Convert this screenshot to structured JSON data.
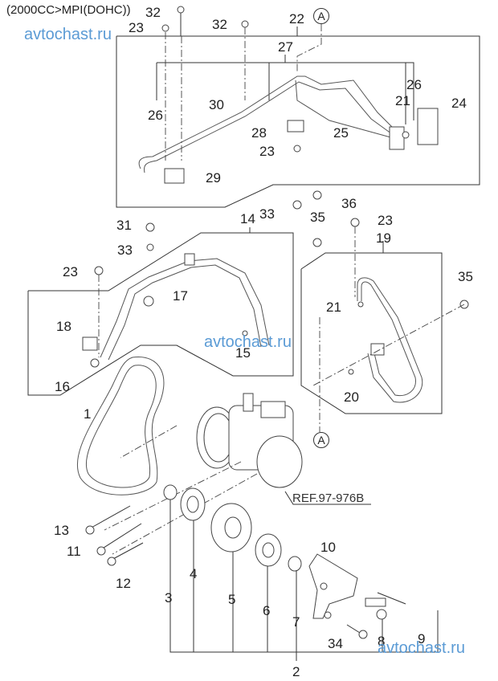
{
  "diagram": {
    "title": "(2000CC>MPI(DOHC))",
    "watermarks": [
      "avtochast.ru",
      "avtochast.ru",
      "avtochast.ru"
    ],
    "reference": "REF.97-976B",
    "connector_label": "A",
    "callouts": [
      {
        "id": "c32a",
        "text": "32"
      },
      {
        "id": "c23a",
        "text": "23"
      },
      {
        "id": "c32b",
        "text": "32"
      },
      {
        "id": "c22",
        "text": "22"
      },
      {
        "id": "c27",
        "text": "27"
      },
      {
        "id": "c26a",
        "text": "26"
      },
      {
        "id": "c26b",
        "text": "26"
      },
      {
        "id": "c21a",
        "text": "21"
      },
      {
        "id": "c24",
        "text": "24"
      },
      {
        "id": "c30",
        "text": "30"
      },
      {
        "id": "c28",
        "text": "28"
      },
      {
        "id": "c25",
        "text": "25"
      },
      {
        "id": "c23b",
        "text": "23"
      },
      {
        "id": "c29",
        "text": "29"
      },
      {
        "id": "c36",
        "text": "36"
      },
      {
        "id": "c33a",
        "text": "33"
      },
      {
        "id": "c14",
        "text": "14"
      },
      {
        "id": "c35a",
        "text": "35"
      },
      {
        "id": "c23c",
        "text": "23"
      },
      {
        "id": "c19",
        "text": "19"
      },
      {
        "id": "c31",
        "text": "31"
      },
      {
        "id": "c33b",
        "text": "33"
      },
      {
        "id": "c23d",
        "text": "23"
      },
      {
        "id": "c17",
        "text": "17"
      },
      {
        "id": "c35b",
        "text": "35"
      },
      {
        "id": "c21b",
        "text": "21"
      },
      {
        "id": "c18",
        "text": "18"
      },
      {
        "id": "c15",
        "text": "15"
      },
      {
        "id": "c16",
        "text": "16"
      },
      {
        "id": "c20",
        "text": "20"
      },
      {
        "id": "c1",
        "text": "1"
      },
      {
        "id": "c13",
        "text": "13"
      },
      {
        "id": "c11",
        "text": "11"
      },
      {
        "id": "c12",
        "text": "12"
      },
      {
        "id": "c3",
        "text": "3"
      },
      {
        "id": "c4",
        "text": "4"
      },
      {
        "id": "c5",
        "text": "5"
      },
      {
        "id": "c6",
        "text": "6"
      },
      {
        "id": "c7",
        "text": "7"
      },
      {
        "id": "c10",
        "text": "10"
      },
      {
        "id": "c8",
        "text": "8"
      },
      {
        "id": "c9",
        "text": "9"
      },
      {
        "id": "c34",
        "text": "34"
      },
      {
        "id": "c2",
        "text": "2"
      }
    ]
  }
}
